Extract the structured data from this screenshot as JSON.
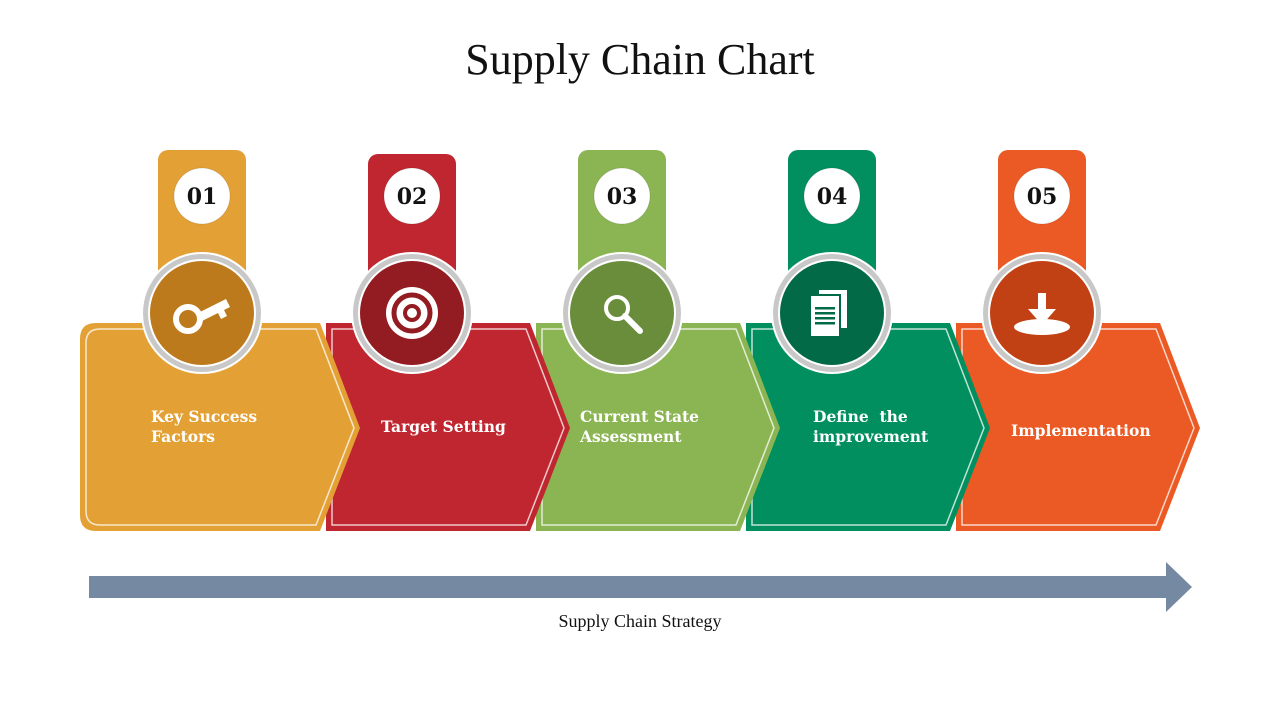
{
  "title": "Supply Chain Chart",
  "footer_label": "Supply Chain Strategy",
  "steps": [
    {
      "number": "01",
      "label_lines": [
        "Key Success",
        "Factors"
      ],
      "icon": "key-icon",
      "colors": {
        "main": "#E3A135",
        "tab": "#E3A135",
        "circle": "#BD7A1C"
      }
    },
    {
      "number": "02",
      "label_lines": [
        "Target Setting"
      ],
      "icon": "target-icon",
      "colors": {
        "main": "#C0262F",
        "tab": "#C0262F",
        "circle": "#931C22"
      }
    },
    {
      "number": "03",
      "label_lines": [
        "Current State",
        "Assessment"
      ],
      "icon": "magnifier-icon",
      "colors": {
        "main": "#8BB553",
        "tab": "#8BB553",
        "circle": "#6A8D3B"
      }
    },
    {
      "number": "04",
      "label_lines": [
        "Define  the",
        "improvement"
      ],
      "icon": "documents-icon",
      "colors": {
        "main": "#028F5F",
        "tab": "#028F5F",
        "circle": "#036A47"
      }
    },
    {
      "number": "05",
      "label_lines": [
        "Implementation"
      ],
      "icon": "download-icon",
      "colors": {
        "main": "#EB5A24",
        "tab": "#EB5A24",
        "circle": "#C24114"
      }
    }
  ],
  "colors": {
    "strategy_arrow": "#7589A3",
    "number_badge_bg": "#FFFFFF",
    "ring": "#C8C8C8"
  }
}
